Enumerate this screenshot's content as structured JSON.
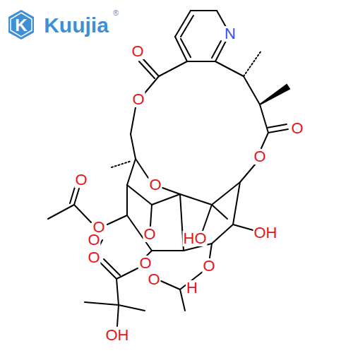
{
  "diagram": {
    "labels": [
      "K",
      "Kuujia",
      "®",
      "N",
      "O",
      "O",
      "O",
      "O",
      "O",
      "O",
      "O",
      "O",
      "HO",
      "OH",
      "O",
      "O",
      "O",
      "O",
      "O",
      "H",
      "OH"
    ]
  }
}
